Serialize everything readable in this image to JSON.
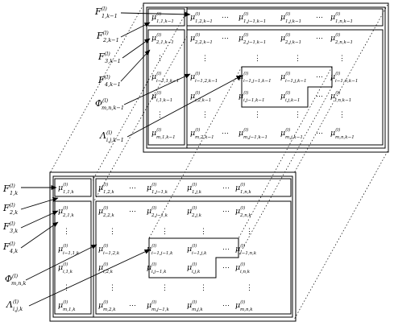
{
  "top_panel": {
    "labels": [
      {
        "main": "F",
        "sub": "1,k−1",
        "sup": "(l)"
      },
      {
        "main": "F",
        "sub": "2,k−1",
        "sup": "(l)"
      },
      {
        "main": "F",
        "sub": "3,k−1",
        "sup": "(l)"
      },
      {
        "main": "F",
        "sub": "4,k−1",
        "sup": "(l)"
      },
      {
        "main": "Φ",
        "sub": "m,n,k−1",
        "sup": "(l)"
      },
      {
        "main": "Λ",
        "sub": "i,j,k−1",
        "sup": "(l)"
      }
    ],
    "cells": [
      {
        "main": "μ",
        "sub": "1,1,k−1",
        "sup": "(l)"
      },
      {
        "main": "μ",
        "sub": "1,2,k−1",
        "sup": "(l)"
      },
      {
        "main": "μ",
        "sub": "1,j−1,k−1",
        "sup": "(l)"
      },
      {
        "main": "μ",
        "sub": "1,j,k−1",
        "sup": "(l)"
      },
      {
        "main": "μ",
        "sub": "1,n,k−1",
        "sup": "(l)"
      },
      {
        "main": "μ",
        "sub": "2,1,k−1",
        "sup": "(l)"
      },
      {
        "main": "μ",
        "sub": "2,2,k−1",
        "sup": "(l)"
      },
      {
        "main": "μ",
        "sub": "2,j−1,k−1",
        "sup": "(l)"
      },
      {
        "main": "μ",
        "sub": "2,j,k−1",
        "sup": "(l)"
      },
      {
        "main": "μ",
        "sub": "2,n,k−1",
        "sup": "(l)"
      },
      {
        "main": "μ",
        "sub": "i−1,1,k−1",
        "sup": "(l)"
      },
      {
        "main": "μ",
        "sub": "i−1,2,k−1",
        "sup": "(l)"
      },
      {
        "main": "μ",
        "sub": "i−1,j−1,k−1",
        "sup": "(l)"
      },
      {
        "main": "μ",
        "sub": "i−1,j,k−1",
        "sup": "(l)"
      },
      {
        "main": "μ",
        "sub": "i−1,n,k−1",
        "sup": "(l)"
      },
      {
        "main": "μ",
        "sub": "i,1,k−1",
        "sup": "(l)"
      },
      {
        "main": "μ",
        "sub": "i,2,k−1",
        "sup": "(l)"
      },
      {
        "main": "μ",
        "sub": "i,j−1,k−1",
        "sup": "(l)"
      },
      {
        "main": "μ",
        "sub": "i,j,k−1",
        "sup": "(l)"
      },
      {
        "main": "μ",
        "sub": "i,n,k−1",
        "sup": "(l)"
      },
      {
        "main": "μ",
        "sub": "m,1,k−1",
        "sup": "(l)"
      },
      {
        "main": "μ",
        "sub": "m,2,k−1",
        "sup": "(l)"
      },
      {
        "main": "μ",
        "sub": "m,j−1,k−1",
        "sup": "(l)"
      },
      {
        "main": "μ",
        "sub": "m,j,k−1",
        "sup": "(l)"
      },
      {
        "main": "μ",
        "sub": "m,n,k−1",
        "sup": "(l)"
      }
    ]
  },
  "bottom_panel": {
    "labels": [
      {
        "main": "F",
        "sub": "1,k",
        "sup": "(l)"
      },
      {
        "main": "F",
        "sub": "2,k",
        "sup": "(l)"
      },
      {
        "main": "F",
        "sub": "3,k",
        "sup": "(l)"
      },
      {
        "main": "F",
        "sub": "4,k",
        "sup": "(l)"
      },
      {
        "main": "Φ",
        "sub": "m,n,k",
        "sup": "(l)"
      },
      {
        "main": "Λ",
        "sub": "i,j,k",
        "sup": "(l)"
      }
    ],
    "cells": [
      {
        "main": "μ",
        "sub": "1,1,k",
        "sup": "(l)"
      },
      {
        "main": "μ",
        "sub": "1,2,k",
        "sup": "(l)"
      },
      {
        "main": "μ",
        "sub": "1,j−1,k",
        "sup": "(l)"
      },
      {
        "main": "μ",
        "sub": "1,j,k",
        "sup": "(l)"
      },
      {
        "main": "μ",
        "sub": "1,n,k",
        "sup": "(l)"
      },
      {
        "main": "μ",
        "sub": "2,1,k",
        "sup": "(l)"
      },
      {
        "main": "μ",
        "sub": "2,2,k",
        "sup": "(l)"
      },
      {
        "main": "μ",
        "sub": "2,j−1,k",
        "sup": "(l)"
      },
      {
        "main": "μ",
        "sub": "2,j,k",
        "sup": "(l)"
      },
      {
        "main": "μ",
        "sub": "2,n,k",
        "sup": "(l)"
      },
      {
        "main": "μ",
        "sub": "i−1,1,k",
        "sup": "(l)"
      },
      {
        "main": "μ",
        "sub": "i−1,2,k",
        "sup": "(l)"
      },
      {
        "main": "μ",
        "sub": "i−1,j−1,k",
        "sup": "(l)"
      },
      {
        "main": "μ",
        "sub": "i−1,j,k",
        "sup": "(l)"
      },
      {
        "main": "μ",
        "sub": "i−1,n,k",
        "sup": "(l)"
      },
      {
        "main": "μ",
        "sub": "i,1,k",
        "sup": "(l)"
      },
      {
        "main": "μ",
        "sub": "i,2,k",
        "sup": "(l)"
      },
      {
        "main": "μ",
        "sub": "i,j−1,k",
        "sup": "(l)"
      },
      {
        "main": "μ",
        "sub": "i,j,k",
        "sup": "(l)"
      },
      {
        "main": "μ",
        "sub": "i,n,k",
        "sup": "(l)"
      },
      {
        "main": "μ",
        "sub": "m,1,k",
        "sup": "(l)"
      },
      {
        "main": "μ",
        "sub": "m,2,k",
        "sup": "(l)"
      },
      {
        "main": "μ",
        "sub": "m,j−1,k",
        "sup": "(l)"
      },
      {
        "main": "μ",
        "sub": "m,j,k",
        "sup": "(l)"
      },
      {
        "main": "μ",
        "sub": "m,n,k",
        "sup": "(l)"
      }
    ]
  },
  "ellipsis": "⋯",
  "vdots": "⋮"
}
